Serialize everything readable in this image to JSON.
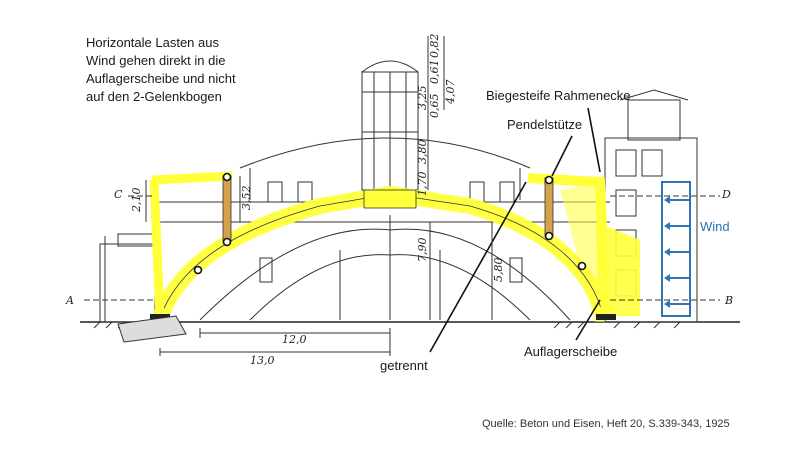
{
  "intro_text": {
    "line1": "Horizontale Lasten aus",
    "line2": "Wind gehen direkt in die",
    "line3": "Auflagerscheibe und nicht",
    "line4": "auf den 2-Gelenkbogen"
  },
  "labels": {
    "biegesteife": "Biegesteife Rahmenecke",
    "pendelstuetze": "Pendelstütze",
    "wind": "Wind",
    "getrennt": "getrennt",
    "auflagerscheibe": "Auflagerscheibe"
  },
  "source": "Quelle: Beton und Eisen, Heft 20, S.339-343, 1925",
  "drawing_marks": {
    "section_a": "A",
    "section_b": "B",
    "section_c": "C",
    "section_d": "D",
    "dim_span_inner": "12,0",
    "dim_span_outer": "13,0",
    "dim_2_10": "2,10",
    "dim_3_52": "3,52",
    "dim_0_82": "0,82",
    "dim_0_61": "0,61",
    "dim_3_25": "3,25",
    "dim_0_65": "0,65",
    "dim_4_07": "4,07",
    "dim_3_80": "3,80",
    "dim_1_70": "1,70",
    "dim_7_90": "7,90",
    "dim_5_80": "5,80"
  },
  "colors": {
    "arch_highlight": "#ffff3a",
    "post_fill": "#d4a24c",
    "wind_blue": "#2e74b5",
    "ink": "#1a1a1a"
  }
}
